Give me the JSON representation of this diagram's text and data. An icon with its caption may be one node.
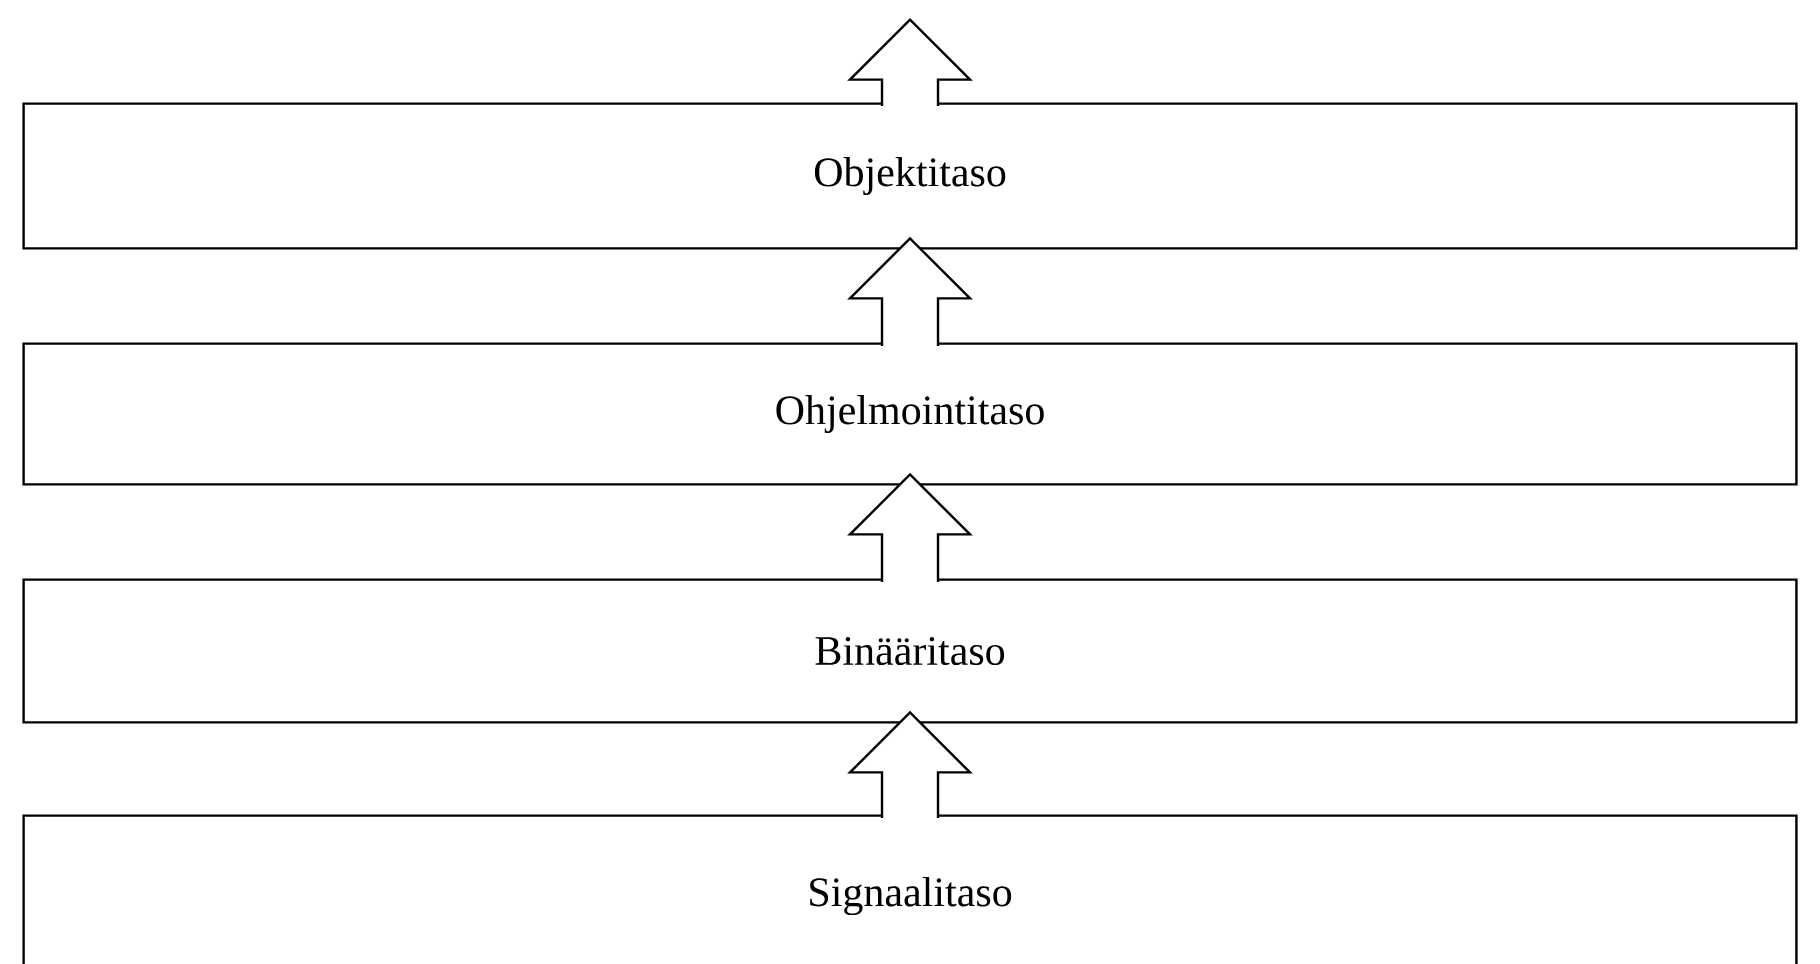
{
  "diagram": {
    "nodes": [
      {
        "text": [
          "Objektitaso"
        ]
      },
      {
        "text": [
          "Ohjelmointitaso"
        ]
      },
      {
        "text": [
          "Binääritaso"
        ]
      },
      {
        "text": [
          "Signaalitaso"
        ]
      }
    ],
    "edges": [
      {
        "from": 0,
        "to": null,
        "arrow": "to"
      },
      {
        "from": 1,
        "to": 0,
        "arrow": "to"
      },
      {
        "from": 2,
        "to": 1,
        "arrow": "to"
      },
      {
        "from": 3,
        "to": 2,
        "arrow": "to"
      }
    ]
  }
}
